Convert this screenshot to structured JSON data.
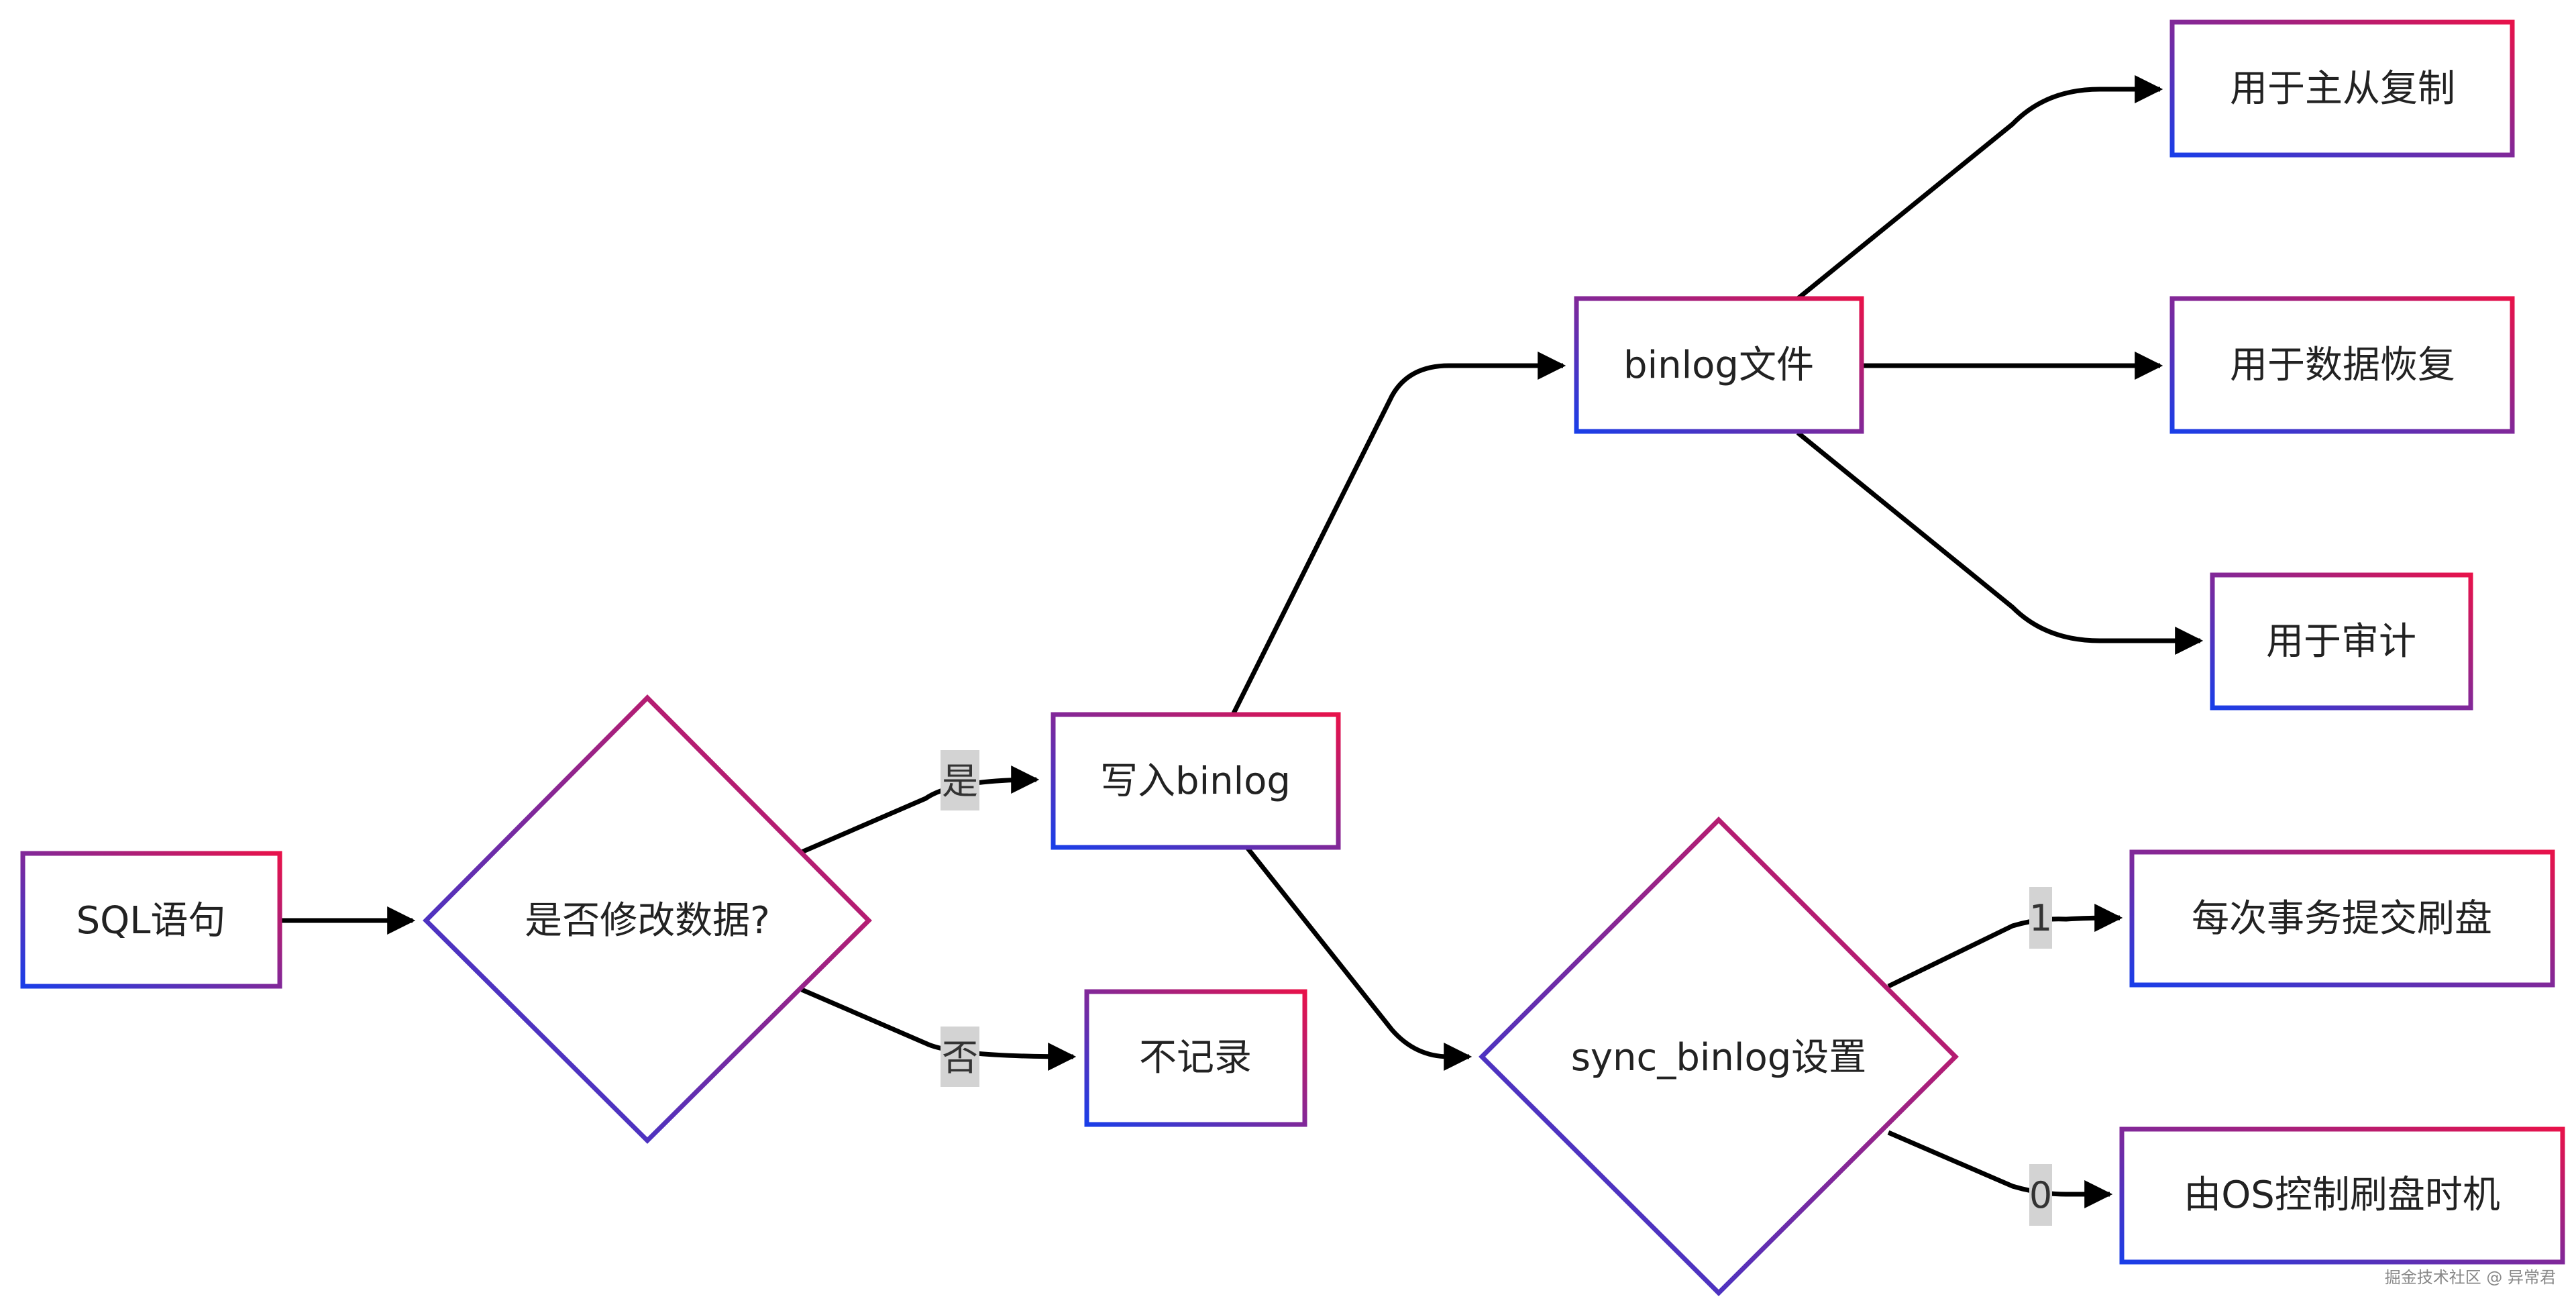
{
  "colors": {
    "gradient_start": "#1a3ee8",
    "gradient_end": "#e8124a",
    "edge": "#000000",
    "edge_label_bg": "#d3d3d3"
  },
  "nodes": {
    "sql": "SQL语句",
    "decision_modify": "是否修改数据?",
    "write_binlog": "写入binlog",
    "no_record": "不记录",
    "binlog_file": "binlog文件",
    "sync_setting": "sync_binlog设置",
    "use_replication": "用于主从复制",
    "use_recovery": "用于数据恢复",
    "use_audit": "用于审计",
    "flush_each": "每次事务提交刷盘",
    "flush_os": "由OS控制刷盘时机"
  },
  "edge_labels": {
    "yes": "是",
    "no": "否",
    "one": "1",
    "zero": "0"
  },
  "watermark": "掘金技术社区 @ 异常君"
}
